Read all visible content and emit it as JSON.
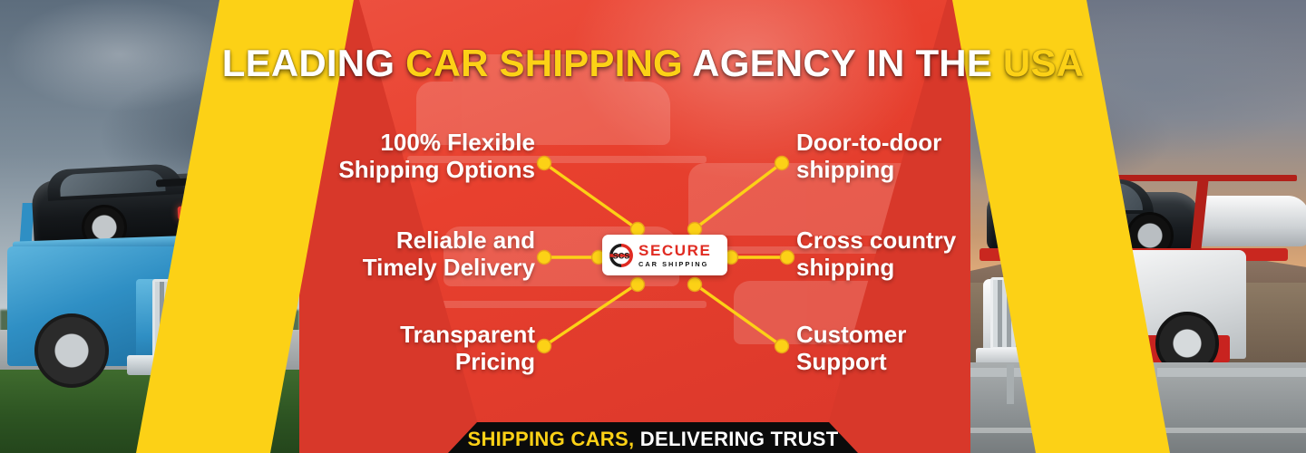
{
  "headline": {
    "part1": "LEADING ",
    "highlight1": "CAR SHIPPING",
    "part2": " AGENCY IN THE ",
    "highlight2": "USA"
  },
  "features_left": [
    {
      "line1": "100% Flexible",
      "line2": "Shipping Options"
    },
    {
      "line1": "Reliable and",
      "line2": "Timely Delivery"
    },
    {
      "line1": "Transparent",
      "line2": "Pricing"
    }
  ],
  "features_right": [
    {
      "line1": "Door-to-door",
      "line2": "shipping"
    },
    {
      "line1": "Cross country",
      "line2": "shipping"
    },
    {
      "line1": "Customer",
      "line2": "Support"
    }
  ],
  "logo": {
    "mark": "scs-monogram-icon",
    "main": "SECURE",
    "sub": "CAR SHIPPING"
  },
  "tagline": {
    "highlight": "SHIPPING CARS,",
    "rest": " DELIVERING TRUST"
  },
  "photos": {
    "left": "blue-car-carrier-truck-photo",
    "right": "white-red-car-carrier-truck-photo"
  },
  "colors": {
    "red": "#e8402e",
    "yellow": "#fcd116",
    "white": "#ffffff",
    "black": "#0b0b0b",
    "logo_red": "#e02b22"
  }
}
